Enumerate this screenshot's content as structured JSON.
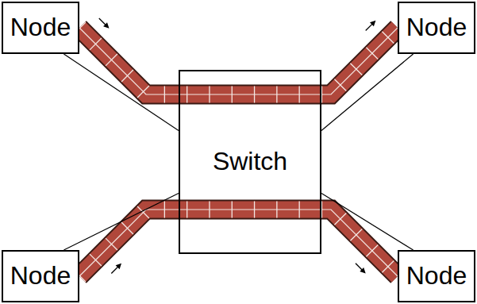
{
  "diagram": {
    "nodes": [
      {
        "text": [
          "Node"
        ]
      },
      {
        "text": [
          "Node"
        ]
      },
      {
        "text": [
          "Switch"
        ]
      },
      {
        "text": [
          "Node"
        ]
      },
      {
        "text": [
          "Node"
        ]
      }
    ],
    "edges": [
      {
        "from": 0,
        "to": 1,
        "arrow": "to"
      },
      {
        "from": 3,
        "to": 4,
        "arrow": "to"
      },
      {
        "from": 0,
        "to": 2,
        "arrow": "none"
      },
      {
        "from": 1,
        "to": 2,
        "arrow": "none"
      },
      {
        "from": 3,
        "to": 2,
        "arrow": "none"
      },
      {
        "from": 4,
        "to": 2,
        "arrow": "none"
      }
    ]
  }
}
